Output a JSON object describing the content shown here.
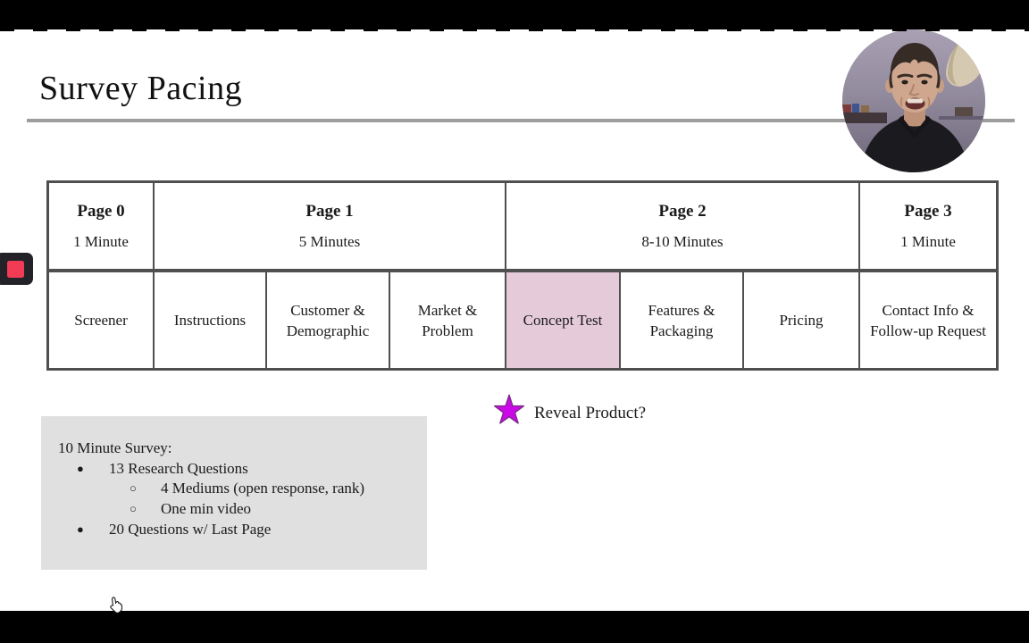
{
  "slide": {
    "title": "Survey Pacing"
  },
  "table": {
    "headers": [
      {
        "page": "Page 0",
        "duration": "1 Minute",
        "columns": 1
      },
      {
        "page": "Page 1",
        "duration": "5 Minutes",
        "columns": 3
      },
      {
        "page": "Page 2",
        "duration": "8-10 Minutes",
        "columns": 3
      },
      {
        "page": "Page 3",
        "duration": "1 Minute",
        "columns": 1
      }
    ],
    "cells": [
      {
        "label": "Screener",
        "highlighted": false
      },
      {
        "label": "Instructions",
        "highlighted": false
      },
      {
        "label": "Customer & Demographic",
        "highlighted": false
      },
      {
        "label": "Market & Problem",
        "highlighted": false
      },
      {
        "label": "Concept Test",
        "highlighted": true
      },
      {
        "label": "Features & Packaging",
        "highlighted": false
      },
      {
        "label": "Pricing",
        "highlighted": false
      },
      {
        "label": "Contact Info & Follow-up Request",
        "highlighted": false
      }
    ]
  },
  "annotation": {
    "label": "Reveal Product?",
    "icon": "star-icon"
  },
  "notes": {
    "lines": [
      {
        "bullet": "",
        "text": "10 Minute Survey:"
      },
      {
        "bullet": "●",
        "text": "13 Research Questions"
      },
      {
        "bullet": "○",
        "text": "4 Mediums (open response, rank)"
      },
      {
        "bullet": "○",
        "text": "One min video"
      },
      {
        "bullet": "●",
        "text": "20 Questions w/ Last Page"
      }
    ]
  },
  "recorder": {
    "icon": "stop-recording-icon"
  },
  "webcam": {
    "icon": "presenter-webcam"
  },
  "colors": {
    "highlight_pink": "#e5cbda",
    "star_magenta": "#cd08e8",
    "star_outline": "#812b90",
    "record_red": "#f23b55",
    "underline_gray": "#9d9d9d",
    "table_border": "#4f4f4f",
    "notes_background": "#e0e0e0"
  }
}
